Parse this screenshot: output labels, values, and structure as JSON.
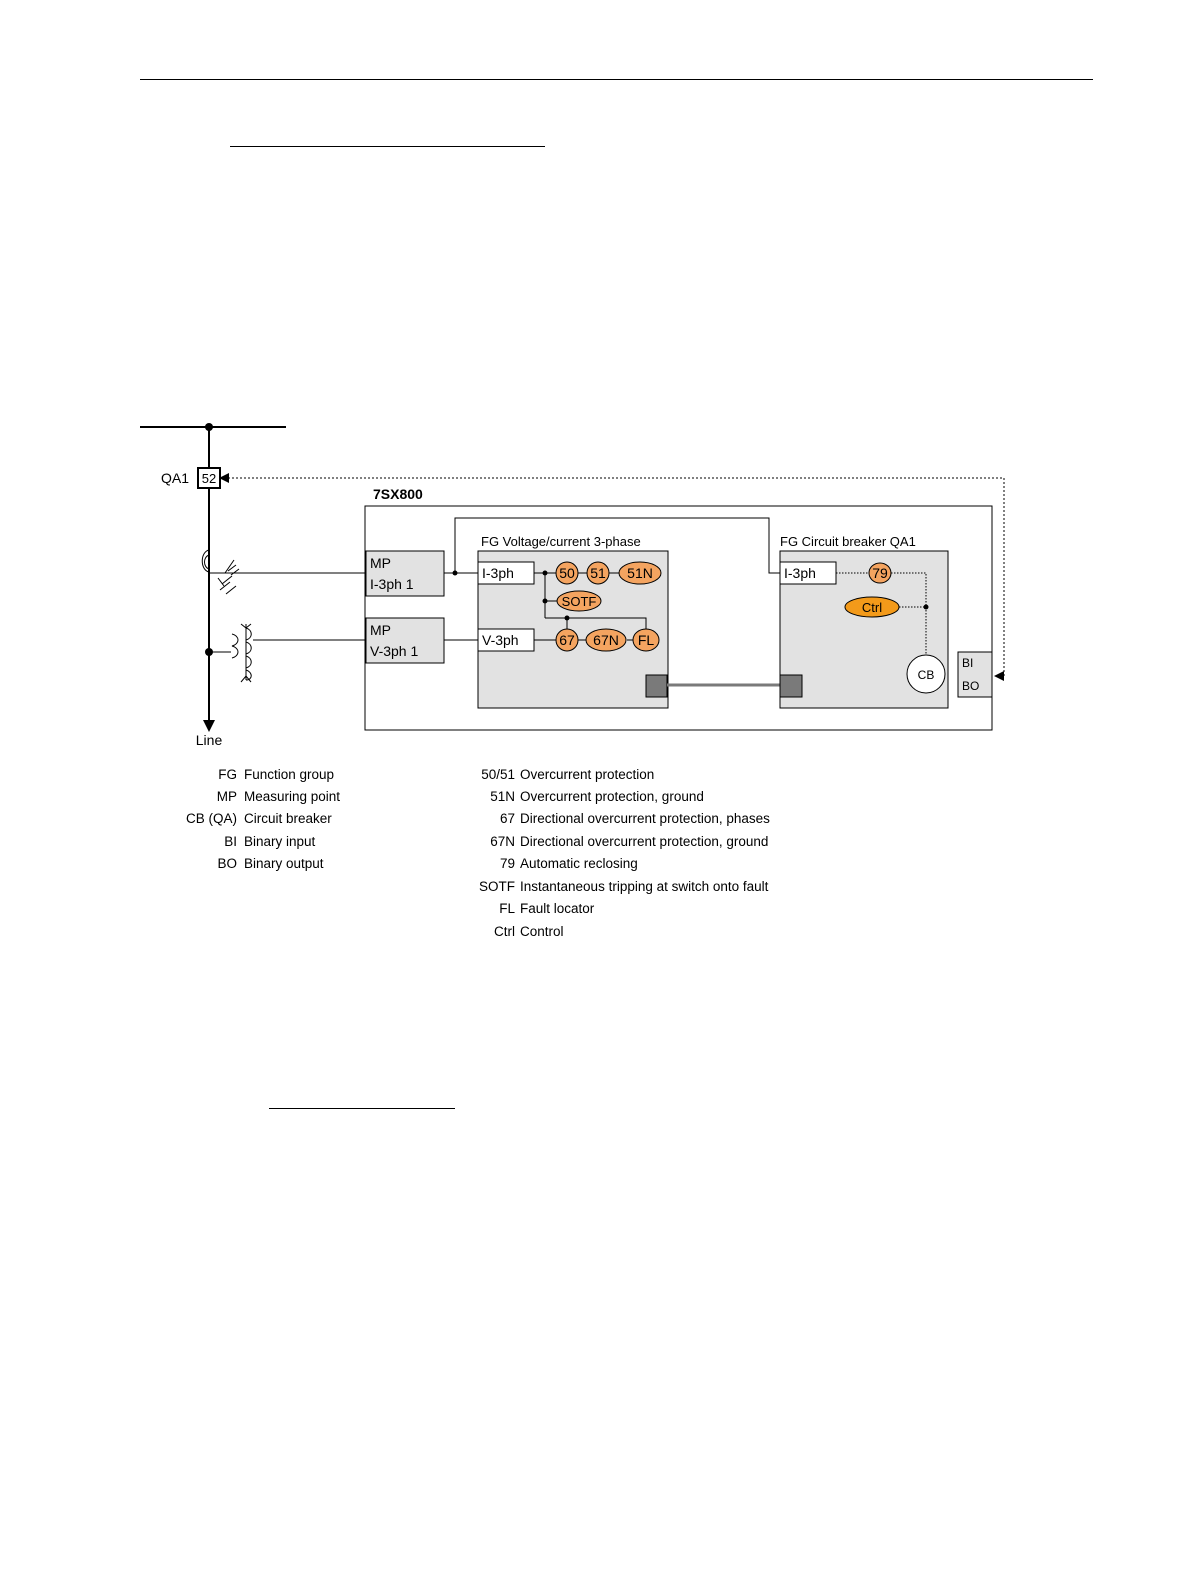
{
  "device": {
    "name": "7SX800"
  },
  "breaker": {
    "label": "QA1",
    "code": "52"
  },
  "line_label": "Line",
  "mp_current": {
    "line1": "MP",
    "line2": "I-3ph 1"
  },
  "mp_voltage": {
    "line1": "MP",
    "line2": "V-3ph 1"
  },
  "fg_vi": {
    "title": "FG  Voltage/current 3-phase",
    "current_input": "I-3ph",
    "voltage_input": "V-3ph",
    "functions": {
      "f50": "50",
      "f51": "51",
      "f51n": "51N",
      "sotf": "SOTF",
      "f67": "67",
      "f67n": "67N",
      "fl": "FL"
    }
  },
  "fg_cb": {
    "title": "FG  Circuit breaker QA1",
    "current_input": "I-3ph",
    "functions": {
      "f79": "79",
      "ctrl": "Ctrl",
      "cb": "CB"
    }
  },
  "io": {
    "bi": "BI",
    "bo": "BO"
  },
  "colors": {
    "function_fill": "#f4a460",
    "ctrl_fill": "#f39a1a",
    "panel_fill": "#e2e2e2",
    "connector": "#7a7a7a"
  },
  "legend_left": [
    {
      "abbr": "FG",
      "desc": "Function group"
    },
    {
      "abbr": "MP",
      "desc": "Measuring point"
    },
    {
      "abbr": "CB (QA)",
      "desc": "Circuit breaker"
    },
    {
      "abbr": "BI",
      "desc": "Binary input"
    },
    {
      "abbr": "BO",
      "desc": "Binary output"
    }
  ],
  "legend_right": [
    {
      "abbr": "50/51",
      "desc": "Overcurrent protection"
    },
    {
      "abbr": "51N",
      "desc": "Overcurrent protection, ground"
    },
    {
      "abbr": "67",
      "desc": "Directional overcurrent protection, phases"
    },
    {
      "abbr": "67N",
      "desc": "Directional overcurrent protection, ground"
    },
    {
      "abbr": "79",
      "desc": "Automatic reclosing"
    },
    {
      "abbr": "SOTF",
      "desc": "Instantaneous tripping at switch onto fault"
    },
    {
      "abbr": "FL",
      "desc": "Fault locator"
    },
    {
      "abbr": "Ctrl",
      "desc": "Control"
    }
  ]
}
